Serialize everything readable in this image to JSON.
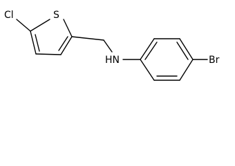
{
  "molecule": {
    "atoms": {
      "chlorine": "Cl",
      "sulfur": "S",
      "amine": "HN",
      "bromine": "Br"
    },
    "colors": {
      "bond": "#000000",
      "label": "#000000",
      "background": "#ffffff"
    }
  }
}
